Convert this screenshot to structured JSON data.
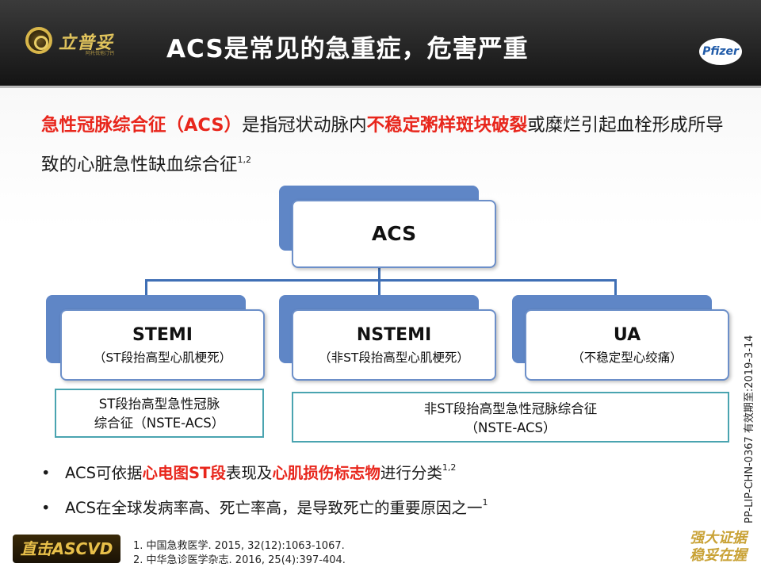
{
  "header": {
    "brand": "立普妥",
    "brand_sub": "阿托伐他汀钙",
    "title": "ACS是常见的急重症，危害严重",
    "company": "Pfizer"
  },
  "intro": {
    "term": "急性冠脉综合征（ACS）",
    "text1": "是指冠状动脉内",
    "highlight": "不稳定粥样斑块破裂",
    "text2": "或糜烂引起血栓形成所导致的心脏急性缺血综合征",
    "sup": "1,2"
  },
  "diagram": {
    "root": "ACS",
    "children": [
      {
        "title": "STEMI",
        "sub": "（ST段抬高型心肌梗死）"
      },
      {
        "title": "NSTEMI",
        "sub": "（非ST段抬高型心肌梗死）"
      },
      {
        "title": "UA",
        "sub": "（不稳定型心绞痛）"
      }
    ],
    "group_left": {
      "line1": "ST段抬高型急性冠脉",
      "line2": "综合征（NSTE-ACS）"
    },
    "group_right": {
      "line1": "非ST段抬高型急性冠脉综合征",
      "line2": "（NSTE-ACS）"
    }
  },
  "bullets": [
    {
      "dot": "•",
      "pre": "ACS可依据",
      "red1": "心电图ST段",
      "mid": "表现及",
      "red2": "心肌损伤标志物",
      "post": "进行分类",
      "sup": "1,2"
    },
    {
      "dot": "•",
      "text": "ACS在全球发病率高、死亡率高，是导致死亡的重要原因之一",
      "sup": "1"
    }
  ],
  "references": [
    "1.   中国急救医学. 2015, 32(12):1063-1067.",
    "2.   中华急诊医学杂志. 2016, 25(4):397-404."
  ],
  "footer": {
    "logo": "直击ASCVD",
    "slogan_line1": "强大证据",
    "slogan_line2": "稳妥在握"
  },
  "doc_code": "PP-LIP-CHN-0367 有效期至:2019-3-14",
  "colors": {
    "accent_red": "#e8261c",
    "box_blue": "#5f86c6",
    "teal": "#4aa4b0"
  }
}
